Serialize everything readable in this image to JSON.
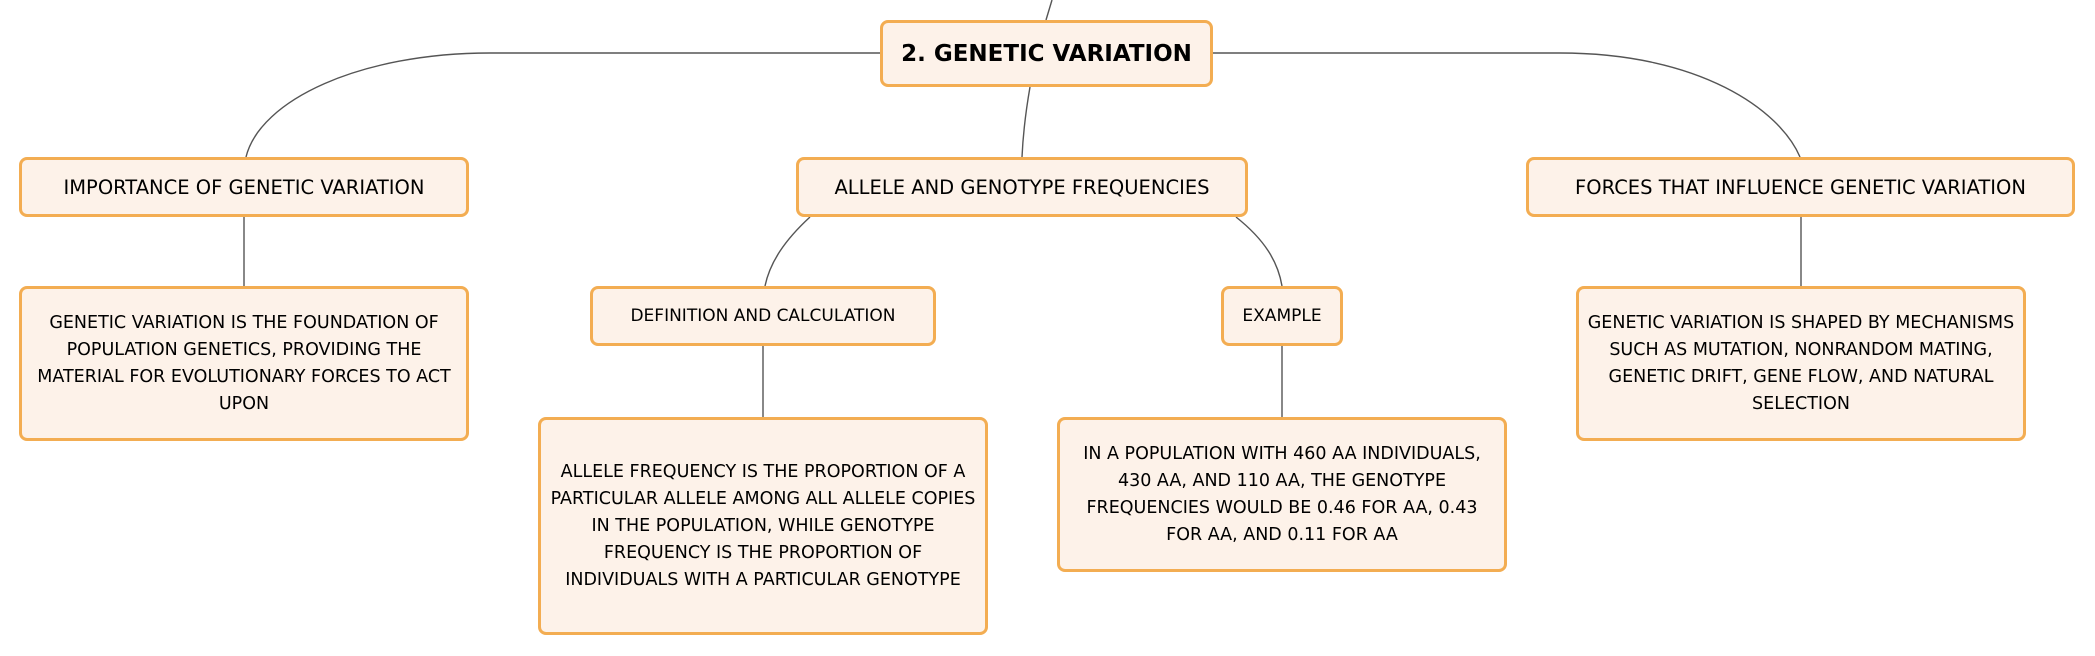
{
  "map": {
    "root": {
      "title": "2. GENETIC VARIATION"
    },
    "branches": {
      "importance": {
        "title": "IMPORTANCE OF GENETIC VARIATION",
        "detail": "GENETIC VARIATION IS THE FOUNDATION OF POPULATION GENETICS, PROVIDING THE MATERIAL FOR EVOLUTIONARY FORCES TO ACT UPON"
      },
      "allele": {
        "title": "ALLELE AND GENOTYPE FREQUENCIES",
        "definition": {
          "title": "DEFINITION AND CALCULATION",
          "detail": "ALLELE FREQUENCY IS THE PROPORTION OF A PARTICULAR ALLELE AMONG ALL ALLELE COPIES IN THE POPULATION, WHILE GENOTYPE FREQUENCY IS THE PROPORTION OF INDIVIDUALS WITH A PARTICULAR GENOTYPE"
        },
        "example": {
          "title": "EXAMPLE",
          "detail": "IN A POPULATION WITH 460 AA INDIVIDUALS, 430 AA, AND 110 AA, THE GENOTYPE FREQUENCIES WOULD BE 0.46 FOR AA, 0.43 FOR AA, AND 0.11 FOR AA"
        }
      },
      "forces": {
        "title": "FORCES THAT INFLUENCE GENETIC VARIATION",
        "detail": "GENETIC VARIATION IS SHAPED BY MECHANISMS SUCH AS MUTATION, NONRANDOM MATING, GENETIC DRIFT, GENE FLOW, AND NATURAL SELECTION"
      }
    }
  },
  "colors": {
    "node_fill": "#fdf2e9",
    "node_border": "#f3ad52",
    "connector": "#555555"
  }
}
